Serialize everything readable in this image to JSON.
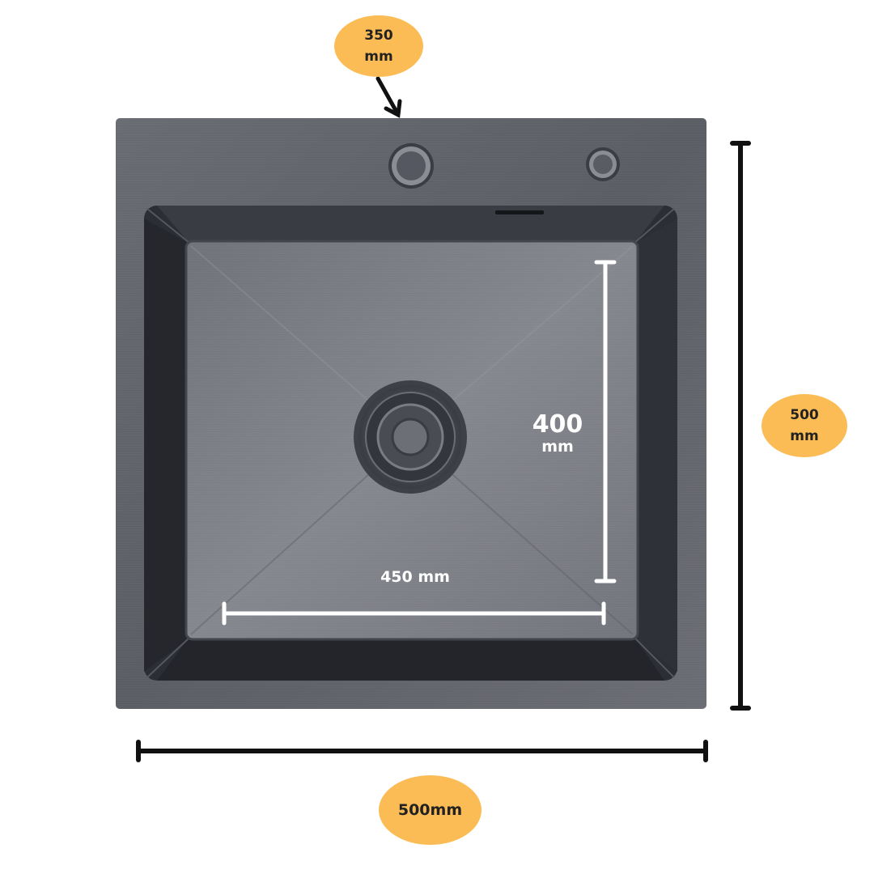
{
  "dimensions": {
    "faucet_offset": {
      "value": "350",
      "unit": "mm"
    },
    "outer_height": {
      "value": "500",
      "unit": "mm"
    },
    "outer_width": {
      "label": "500mm"
    },
    "bowl_height": {
      "value": "400",
      "unit": "mm"
    },
    "bowl_width": {
      "label": "450 mm"
    }
  },
  "colors": {
    "badge": "#fbbb55",
    "sink_body": "#5d5f66",
    "bowl_floor": "#7a7c83",
    "bowl_wall": "#2e3037",
    "dimension_line": "#111111",
    "inner_line": "#ffffff"
  },
  "icons": [
    "faucet-hole-icon",
    "soap-dispenser-hole-icon",
    "drain-strainer-icon",
    "arrow-icon"
  ]
}
